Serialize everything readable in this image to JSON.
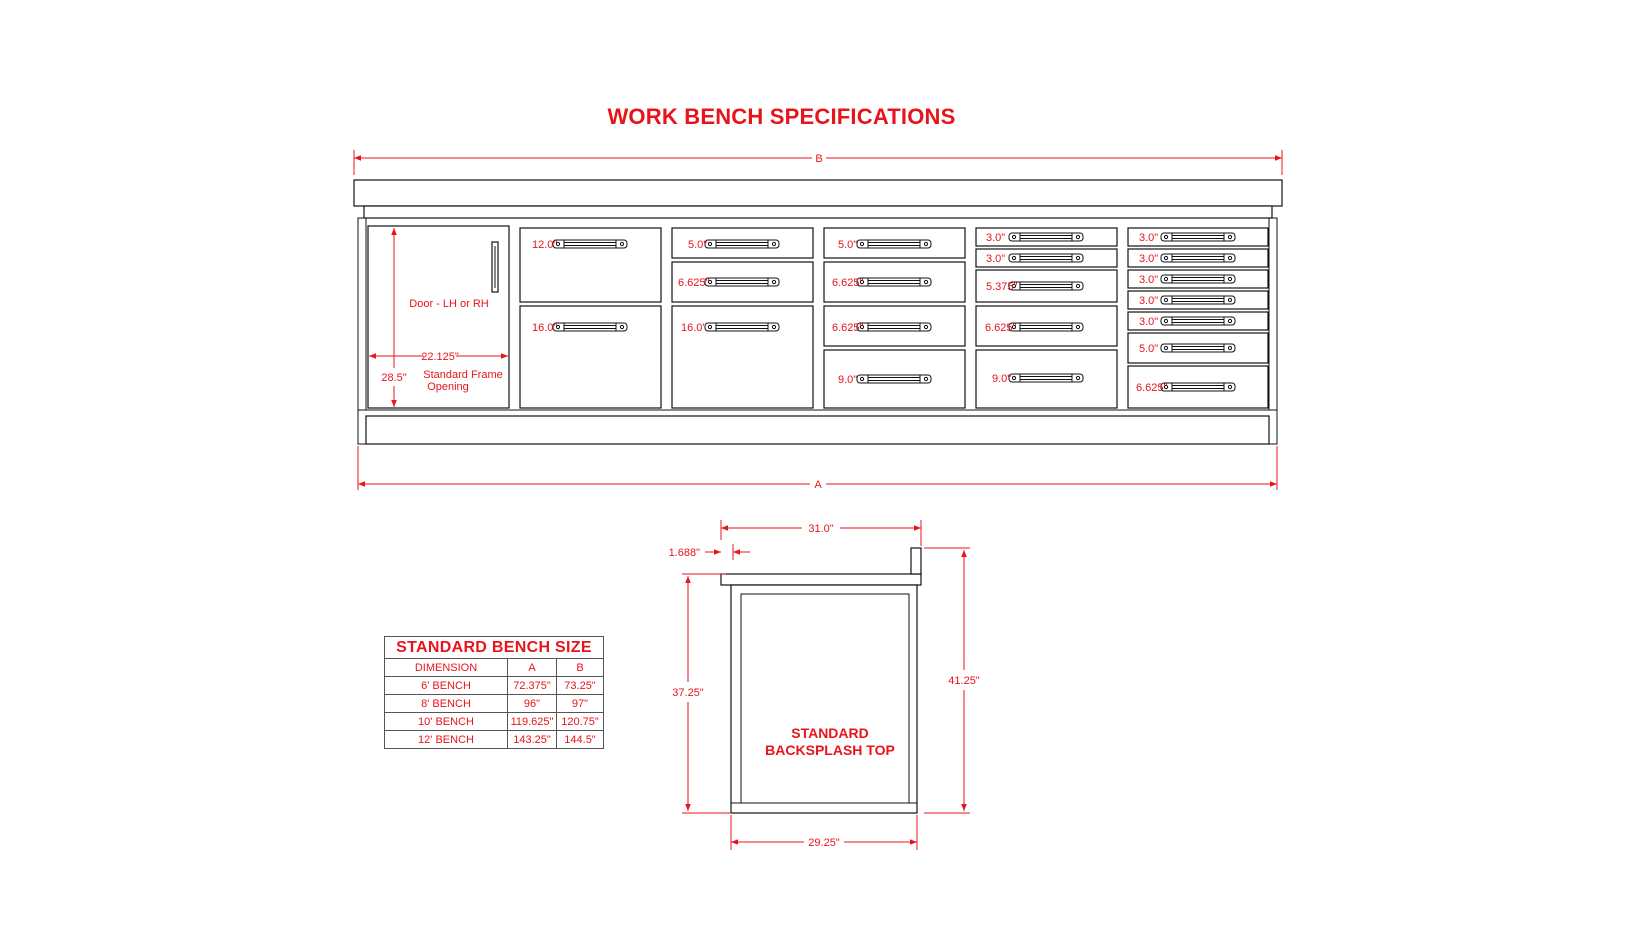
{
  "title": "WORK BENCH SPECIFICATIONS",
  "front_view": {
    "dim_top": "B",
    "dim_bottom": "A",
    "door_label": "Door - LH or RH",
    "door_width": "22.125\"",
    "door_height": "28.5\"",
    "frame_note_line1": "Standard Frame",
    "frame_note_line2": "Opening",
    "bay2": [
      "12.0\"",
      "16.0\""
    ],
    "bay3": [
      "5.0\"",
      "6.625\"",
      "16.0\""
    ],
    "bay4": [
      "5.0\"",
      "6.625\"",
      "6.625\"",
      "9.0\""
    ],
    "bay5": [
      "3.0\"",
      "3.0\"",
      "5.375\"",
      "6.625\"",
      "9.0\""
    ],
    "bay6": [
      "3.0\"",
      "3.0\"",
      "3.0\"",
      "3.0\"",
      "3.0\"",
      "5.0\"",
      "6.625\""
    ]
  },
  "side_view": {
    "depth": "31.0\"",
    "overhang": "1.688\"",
    "height": "37.25\"",
    "overall_height": "41.25\"",
    "base_depth": "29.25\"",
    "label_line1": "STANDARD",
    "label_line2": "BACKSPLASH TOP"
  },
  "size_table": {
    "header": "STANDARD BENCH SIZE",
    "columns": [
      "DIMENSION",
      "A",
      "B"
    ],
    "rows": [
      [
        "6' BENCH",
        "72.375\"",
        "73.25\""
      ],
      [
        "8' BENCH",
        "96\"",
        "97\""
      ],
      [
        "10' BENCH",
        "119.625\"",
        "120.75\""
      ],
      [
        "12' BENCH",
        "143.25\"",
        "144.5\""
      ]
    ]
  },
  "colors": {
    "accent": "#e8141b",
    "line": "#111111"
  }
}
